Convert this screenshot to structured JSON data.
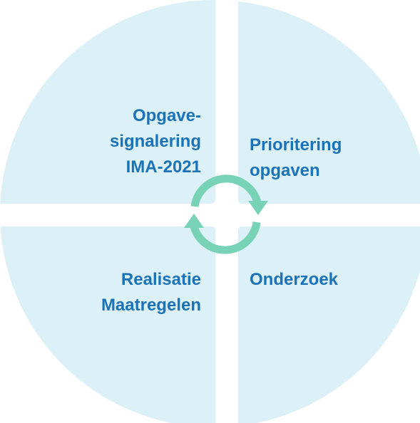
{
  "colors": {
    "quadrant_fill": "#dcf0f7",
    "background": "#ffffff",
    "label_text": "#1a72b8",
    "cycle_arrows": "#78d3b6"
  },
  "quadrants": {
    "top_left": {
      "lines": [
        "Opgave-",
        "signalering",
        "IMA-2021"
      ]
    },
    "top_right": {
      "lines": [
        "Prioritering",
        "opgaven"
      ]
    },
    "bottom_left": {
      "lines": [
        "Realisatie",
        "Maatregelen"
      ]
    },
    "bottom_right": {
      "lines": [
        "Onderzoek"
      ]
    }
  },
  "center": {
    "icon": "cycle-arrows-icon"
  }
}
